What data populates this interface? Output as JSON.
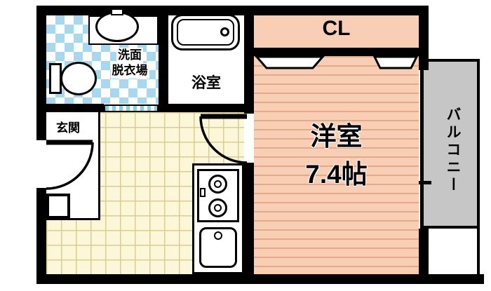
{
  "rooms": {
    "closet": {
      "label": "CL"
    },
    "western_room": {
      "name": "洋室",
      "size": "7.4帖"
    },
    "balcony": {
      "label": "バルコニー"
    },
    "bathroom": {
      "label": "浴室"
    },
    "washroom": {
      "line1": "洗面",
      "line2": "脱衣場"
    },
    "entrance": {
      "label": "玄関"
    }
  },
  "colors": {
    "wall": "#000000",
    "flooring": "#f8cfb5",
    "flooring_stripe": "#e3a98a",
    "kitchen_tile": "#fcf7d8",
    "kitchen_grid": "#d8cd92",
    "washroom_tile": "#a6d9f0",
    "balcony": "#c6c6c6"
  }
}
